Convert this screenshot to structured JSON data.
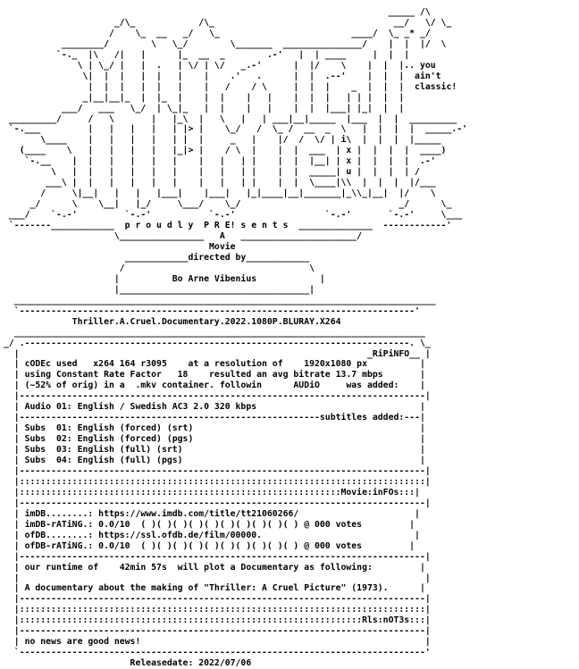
{
  "nfo": {
    "lines": [
      "                                                                         _____ /\\",
      "                     _/\\_            /\\_                                  __/   \\/ \\_",
      "                    /    \\_  __   _/   \\_                         ____/  \\_ _* _/",
      "           ________/        \\   \\_/        \\_______  _______________/    |  |  |/  \\",
      "          `-._  |\\   /|   |      |_  __  _        .-'   |  | ____     |  |  |",
      "              \\ | \\_/ |   |  .   | \\/ | \\/   _.-'      |  |/    \\    |  |  |.. you",
      "               \\|  |  |   |  |   |    |    .'   .      |  |  .--'    |  |  |  ain't",
      "                |  |  |   |  |   |    |   /    / \\     |  |  |    _  |  |  |  classic!",
      "               _|__|__|_  |  |_  |    |  |    |   |    |  |  |   | | |  |  |",
      "           ___/   ___   \\_/  | \\_|_   |  |    |   |    |  |  |___| |_|  |  |",
      " _________/     /   \\       |   |_\\  |   \\   |   | ___|__|_____  |___  |  |  _________",
      " `-.___         |   |   |   |   | |> |    \\_/   /  \\_ /  __  _  \\   |  |  |  |  _____.-'",
      "       \\____    |   |   |   |   | |  |     _   |    |/  /  \\/ | i\\  |  |  |  |_____",
      "   (____    \\   |   |   |   |   |_|> |    / \\  |    |  |  ___  | x |  |  |  |  ____)",
      "    `-.__    |  |   |   |   |   |    |   |   | |    |  |  |__| | x |  |  |  |  .-'",
      "         \\   |  |   |   |   |   |    |   |   | |    |  |  _____| u |  |  |  | /",
      "        ___\\ |  |   |   |   |   |    |   |   | |    |  |  \\____|\\\\  |  |  |  |/___",
      "       /     \\|__|   |   |   |___|    |___|   |_|____|__|_______|_\\\\_|__|  |/    \\",
      "     _/      \\    \\__|   |_/     \\___/    \\_/                              _/      \\_",
      " ___/    `-.-'         `-.-'           `-.-'                 `-.-'       `-.-'     \\___",
      " `-------____________  p r o u d l y  P R E! s e n t s  ______________  ------------'",
      "                     \\________________   A   ______________________/",
      "                                       Movie",
      "                       ____________directed by____________",
      "                      /                                   \\",
      "                     |          Bo Arne Vibenius            |",
      "                     |____________________________________|",
      "  ________________________________________________________________________________",
      "  `---------------------------------------------------------------------------'",
      "             Thriller.A.Cruel.Documentary.2022.1080P.BLURAY.X264",
      "  ______________________________________________________________________________",
      "_/ .-------------------------------------------------------------------------. \\_",
      "  |                                                                  _RiPiNFO__ |",
      "  | cODEc used   x264 164 r3095    at a resolution of    1920x1080 px          |",
      "  | using Constant Rate Factor   18    resulted an avg bitrate 13.7 mbps       |",
      "  | (~52% of orig) in a  .mkv container. followin      AUDiO     was added:    |",
      "  |-----------------------------------------------------------------------------|",
      "  | Audio 01: English / Swedish AC3 2.0 320 kbps                               |",
      "  |---------------------------------------------------------subtitles added:---|",
      "  | Subs  01: English (forced) (srt)                                           |",
      "  | Subs  02: English (forced) (pgs)                                           |",
      "  | Subs  03: English (full) (srt)                                             |",
      "  | Subs  04: English (full) (pgs)                                             |",
      "  |-----------------------------------------------------------------------------|",
      "  |:::::::::::::::::::::::::::::::::::::::::::::::::::::::::::::::::::::::::::::|",
      "  |:::::::::::::::::::::::::::::::::::::::::::::::::::::::::::::Movie:inFOs:::|",
      "  |-----------------------------------------------------------------------------|",
      "  | imDB........: https://www.imdb.com/title/tt21060266/                      |",
      "  | imDB-rATiNG.: 0.0/10  ( )( )( )( )( )( )( )( )( )( ) @ 000 votes         |",
      "  | ofDB........: https://ssl.ofdb.de/film/00000.                             |",
      "  | ofDB-rATiNG.: 0.0/10  ( )( )( )( )( )( )( )( )( )( ) @ 000 votes         |",
      "  |-----------------------------------------------------------------------------|",
      "  | our runtime of    42min 57s  will plot a Documentary as following:         |",
      "  |                                                                             |",
      "  | A documentary about the making of \"Thriller: A Cruel Picture\" (1973).      |",
      "  |-----------------------------------------------------------------------------|",
      "  |:::::::::::::::::::::::::::::::::::::::::::::::::::::::::::::::::::::::::::::|",
      "  |:::::::::::::::::::::::::::::::::::::::::::::::::::::::::::::::::Rls:nOT3s:::|",
      "  |-----------------------------------------------------------------------------|",
      "  | no news are good news!                                                      |",
      "  `-----------------------------------------------------------------------------'",
      "                        Releasedate: 2022/07/06"
    ]
  }
}
